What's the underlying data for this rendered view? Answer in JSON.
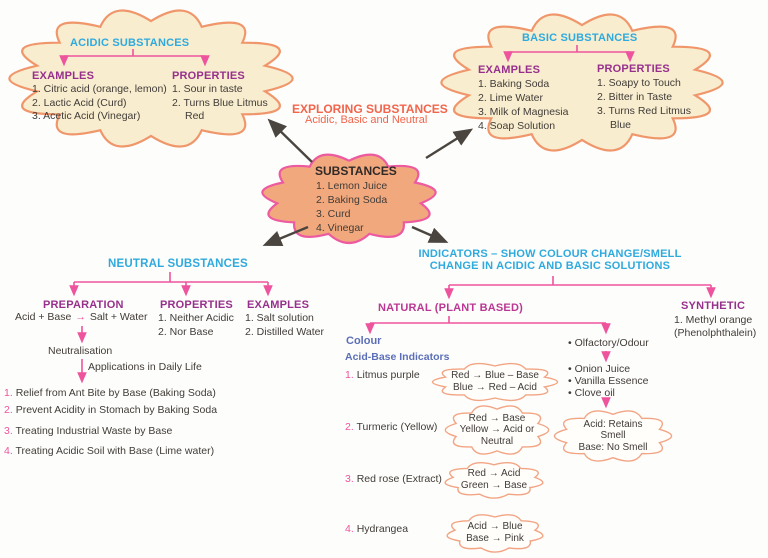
{
  "colors": {
    "heading_cyan": "#2FAADE",
    "heading_purple": "#97308C",
    "natural_magenta": "#BB3794",
    "connector_pink": "#EE549E",
    "accent_orange": "#F2654C",
    "label_blue": "#5B6FB8",
    "ink": "#413C38",
    "cloud_cream_fill": "#F8EDCF",
    "cloud_cream_border": "#F0966B",
    "cloud_salmon_fill": "#F2A87D",
    "cloud_salmon_border": "#EC5AA0",
    "small_cloud_border": "#F2A584",
    "black_arrow": "#4B4540"
  },
  "acidic": {
    "title": "ACIDIC SUBSTANCES",
    "examples_title": "EXAMPLES",
    "examples": [
      "1. Citric acid (orange, lemon)",
      "2. Lactic Acid (Curd)",
      "3. Acetic Acid (Vinegar)"
    ],
    "properties_title": "PROPERTIES",
    "properties": [
      "1. Sour in taste",
      "2. Turns Blue Litmus",
      "Red"
    ]
  },
  "basic": {
    "title": "BASIC SUBSTANCES",
    "examples_title": "EXAMPLES",
    "examples": [
      "1. Baking Soda",
      "2. Lime Water",
      "3. Milk of Magnesia",
      "4. Soap Solution"
    ],
    "properties_title": "PROPERTIES",
    "properties": [
      "1. Soapy to Touch",
      "2. Bitter in Taste",
      "3. Turns Red Litmus",
      "Blue"
    ]
  },
  "center": {
    "title": "EXPLORING SUBSTANCES",
    "subtitle": "Acidic, Basic and Neutral",
    "cloud_title": "SUBSTANCES",
    "items": [
      "1. Lemon Juice",
      "2. Baking Soda",
      "3. Curd",
      "4. Vinegar"
    ]
  },
  "neutral": {
    "title": "NEUTRAL SUBSTANCES",
    "preparation_title": "PREPARATION",
    "equation_left": "Acid + Base",
    "equation_arrow": "→",
    "equation_right": "Salt + Water",
    "neutralisation_label": "Neutralisation",
    "applications_label": "Applications in Daily Life",
    "applications": [
      {
        "num": "1.",
        "text": "Relief from Ant Bite by Base (Baking Soda)"
      },
      {
        "num": "2.",
        "text": "Prevent Acidity in Stomach by Baking Soda"
      },
      {
        "num": "3.",
        "text": "Treating Industrial Waste by Base"
      },
      {
        "num": "4.",
        "text": "Treating Acidic Soil with Base (Lime water)"
      }
    ],
    "properties_title": "PROPERTIES",
    "properties": [
      "1. Neither Acidic",
      "2. Nor Base"
    ],
    "examples_title": "EXAMPLES",
    "examples": [
      "1. Salt solution",
      "2. Distilled Water"
    ]
  },
  "indicators": {
    "title_line1": "INDICATORS – SHOW COLOUR CHANGE/SMELL",
    "title_line2": "CHANGE IN ACIDIC AND BASIC SOLUTIONS",
    "natural_title": "NATURAL (PLANT BASED)",
    "synthetic_title": "SYNTHETIC",
    "synthetic_lines": [
      "1. Methyl orange",
      "(Phenolphthalein)"
    ],
    "colour_label": "Colour",
    "acid_base_label": "Acid-Base Indicators",
    "rows": [
      {
        "num": "1.",
        "name": "Litmus purple",
        "cloud": [
          "Red → Blue – Base",
          "Blue → Red – Acid"
        ]
      },
      {
        "num": "2.",
        "name": "Turmeric (Yellow)",
        "cloud": [
          "Red → Base",
          "Yellow → Acid or",
          "Neutral"
        ]
      },
      {
        "num": "3.",
        "name": "Red rose (Extract)",
        "cloud": [
          "Red → Acid",
          "Green → Base"
        ]
      },
      {
        "num": "4.",
        "name": "Hydrangea",
        "cloud": [
          "Acid → Blue",
          "Base → Pink"
        ]
      }
    ],
    "olfactory_label": "• Olfactory/Odour",
    "olfactory_items": [
      "• Onion Juice",
      "• Vanilla Essence",
      "• Clove oil"
    ],
    "olfactory_cloud": [
      "Acid: Retains",
      "Smell",
      "Base: No Smell"
    ]
  }
}
